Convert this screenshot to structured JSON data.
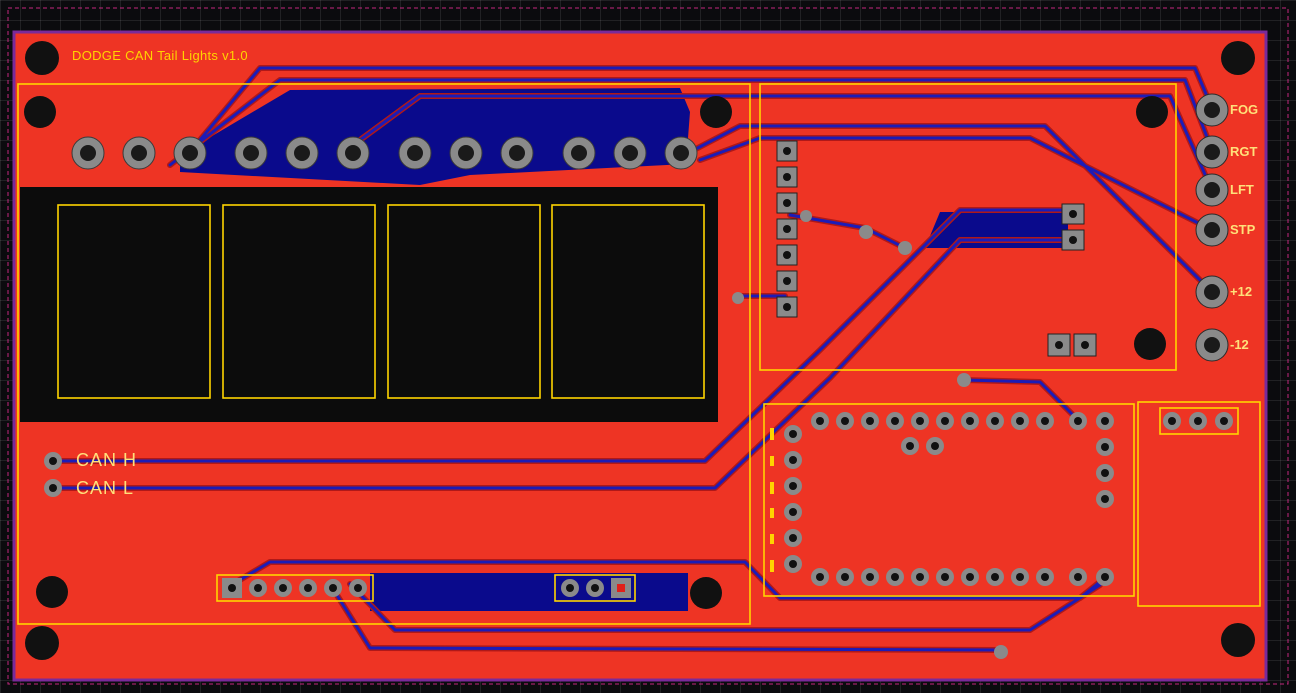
{
  "board": {
    "title": "DODGE CAN Tail Lights v1.0",
    "colors": {
      "top_copper": "#ee3424",
      "bottom_copper": "#0a0a8c",
      "silkscreen": "#ffd400",
      "outline": "#c3277e",
      "pad": "#8a8a8a",
      "hole": "#0f0f0f"
    }
  },
  "can_labels": [
    "CAN H",
    "CAN L"
  ],
  "connector_labels": [
    "FOG",
    "RGT",
    "LFT",
    "STP",
    "+12",
    "-12"
  ]
}
